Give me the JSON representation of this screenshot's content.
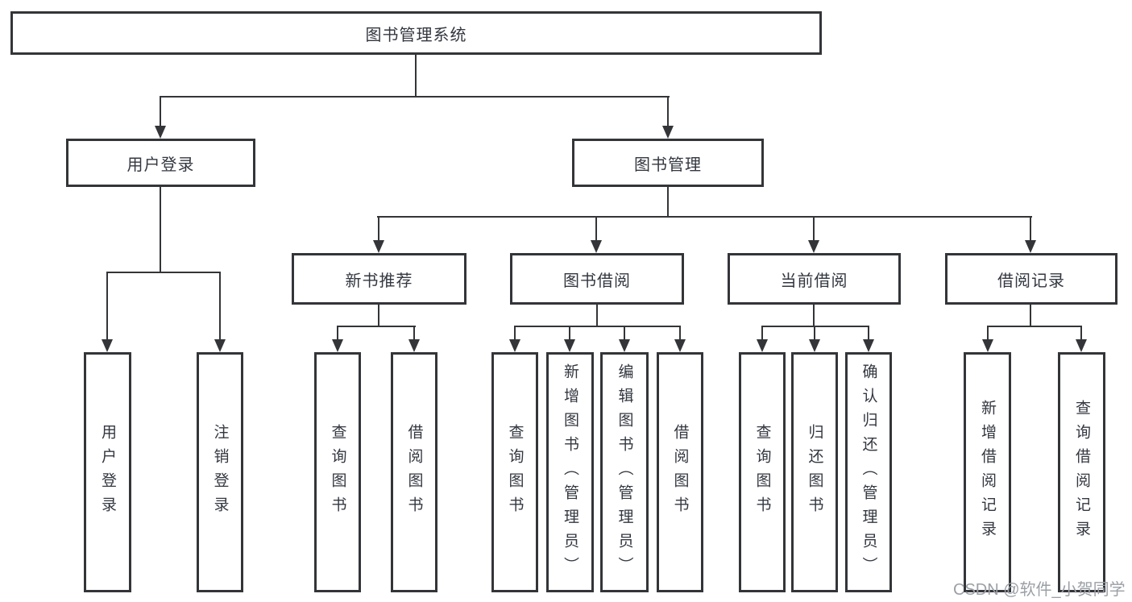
{
  "diagram": {
    "root": {
      "label": "图书管理系统"
    },
    "level2": [
      {
        "label": "用户登录"
      },
      {
        "label": "图书管理"
      }
    ],
    "level3": [
      {
        "label": "新书推荐"
      },
      {
        "label": "图书借阅"
      },
      {
        "label": "当前借阅"
      },
      {
        "label": "借阅记录"
      }
    ],
    "leaves": {
      "login": [
        {
          "label": "用户登录"
        },
        {
          "label": "注销登录"
        }
      ],
      "newbook": [
        {
          "label": "查询图书"
        },
        {
          "label": "借阅图书"
        }
      ],
      "borrow": [
        {
          "label": "查询图书"
        },
        {
          "label": "新增图书（管理员）"
        },
        {
          "label": "编辑图书（管理员）"
        },
        {
          "label": "借阅图书"
        }
      ],
      "current": [
        {
          "label": "查询图书"
        },
        {
          "label": "归还图书"
        },
        {
          "label": "确认归还（管理员）"
        }
      ],
      "records": [
        {
          "label": "新增借阅记录"
        },
        {
          "label": "查询借阅记录"
        }
      ]
    },
    "colors": {
      "line": "#333538",
      "text": "#333740",
      "watermark_text": "#9ba0a6"
    },
    "watermark": "CSDN @软件_小贺同学"
  }
}
